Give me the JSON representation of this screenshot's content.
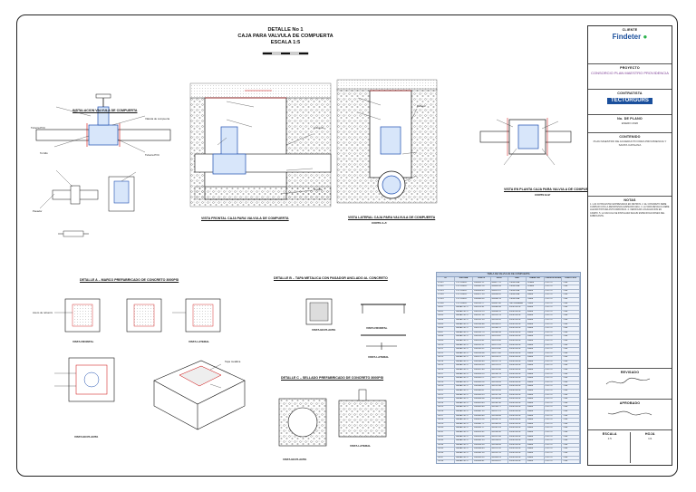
{
  "title": {
    "line1": "DETALLE No 1",
    "line2": "CAJA PARA VALVULA DE COMPUERTA",
    "line3": "ESCALA 1:5"
  },
  "views": {
    "instalacion": "INSTALACION VALVULA DE COMPUERTA",
    "frontal": "VISTA FRONTAL CAJA PARA VALVULA DE COMPUERTA",
    "lateral": "VISTA LATERAL CAJA PARA VALVULA DE COMPUERTA",
    "lateral_sub": "CORTE A-A'",
    "planta": "VISTA EN PLANTA CAJA PARA VALVULA DE COMPUERTA",
    "planta_sub": "CORTE B-B'",
    "detalle_a": "DETALLE A – MARCO PREFABRICADO DE CONCRETO 3000PSI",
    "detalle_b": "DETALLE B – TAPA METALICA CON PASADOR ANCLADO AL CONCRETO",
    "detalle_c": "DETALLE C – SELLADO PREFABRICADO DE CONCRETO 3000PSI",
    "vista_frontal": "VISTA FRONTAL",
    "vista_lateral": "VISTA LATERAL",
    "vista_planta": "VISTA EN PLANTA",
    "vista_en_planta": "VISTA EN PLANTA"
  },
  "labels": {
    "tuberia": "Tubería PVC",
    "valvula": "Válvula de compuerta",
    "tornillo": "Tornillo",
    "concreto": "Concreto",
    "pasador": "Pasador",
    "tapa": "Tapa metálica",
    "acero": "Acero de refuerzo",
    "relleno": "Relleno",
    "gravilla": "Gravilla"
  },
  "table": {
    "title": "TABLA DE VALVULAS DE COMPUERTA",
    "headers": [
      "ID",
      "SISTEMA",
      "NORTE",
      "ESTE",
      "RED",
      "DIAMETRO",
      "PRESION NOMINAL",
      "DIRECCION"
    ],
    "rows": [
      [
        "VCN-1",
        "PVC RDE21",
        "1965031.21",
        "850877.11",
        "PRINCIPAL",
        "110mm",
        "PN 12.5",
        "1.0m"
      ],
      [
        "VCN-2",
        "PVC RDE21",
        "1965042.18",
        "850893.54",
        "PRINCIPAL",
        "110mm",
        "PN 12.5",
        "1.0m"
      ],
      [
        "VCN-3",
        "PVC RDE21",
        "1965058.44",
        "850912.07",
        "PRINCIPAL",
        "90mm",
        "PN 12.5",
        "1.0m"
      ],
      [
        "VCN-4",
        "PVC RDE21",
        "1965071.30",
        "850930.62",
        "PRINCIPAL",
        "90mm",
        "PN 12.5",
        "1.0m"
      ],
      [
        "VCN-5",
        "PVC RDE21",
        "1965089.05",
        "850948.19",
        "PRINCIPAL",
        "75mm",
        "PN 12.5",
        "1.0m"
      ],
      [
        "VCN-6",
        "PVC RDE21",
        "1965102.77",
        "850967.40",
        "SECUNDARIA",
        "75mm",
        "PN 12.5",
        "1.0m"
      ],
      [
        "VR-01",
        "REDAPOLLO",
        "1965110.42",
        "850980.88",
        "EXISTENTE",
        "63mm",
        "PN 12.5",
        "1.0m"
      ],
      [
        "VR-02",
        "REDAPOLLO",
        "1965124.19",
        "850998.31",
        "EXISTENTE",
        "63mm",
        "PN 12.5",
        "1.0m"
      ],
      [
        "VR-03",
        "REDAPOLLO",
        "1965137.56",
        "851015.74",
        "EXISTENTE",
        "63mm",
        "PN 12.5",
        "1.0m"
      ],
      [
        "VR-04",
        "REDAPOLLO",
        "1965151.03",
        "851033.20",
        "EXISTENTE",
        "63mm",
        "PN 12.5",
        "1.0m"
      ],
      [
        "VR-05",
        "REDAPOLLO",
        "1965164.88",
        "851050.67",
        "EXISTENTE",
        "63mm",
        "PN 12.5",
        "1.0m"
      ],
      [
        "VR-06",
        "REDAPOLLO",
        "1965178.25",
        "851068.11",
        "EXISTENTE",
        "50mm",
        "PN 12.5",
        "1.0m"
      ],
      [
        "VR-07",
        "REDAPOLLO",
        "1965191.70",
        "851085.58",
        "EXISTENTE",
        "50mm",
        "PN 12.5",
        "1.0m"
      ],
      [
        "VR-08",
        "REDAPOLLO",
        "1965205.14",
        "851103.02",
        "EXISTENTE",
        "50mm",
        "PN 12.5",
        "1.0m"
      ],
      [
        "VR-09",
        "REDAPOLLO",
        "1965218.61",
        "851120.49",
        "EXISTENTE",
        "50mm",
        "PN 12.5",
        "1.0m"
      ],
      [
        "VR-10",
        "REDAPOLLO",
        "1965232.07",
        "851137.93",
        "EXISTENTE",
        "50mm",
        "PN 12.5",
        "1.0m"
      ],
      [
        "VR-11",
        "REDAPOLLO",
        "1965245.52",
        "851155.40",
        "EXISTENTE",
        "50mm",
        "PN 12.5",
        "1.0m"
      ],
      [
        "VR-12",
        "REDAPOLLO",
        "1965258.98",
        "851172.84",
        "EXISTENTE",
        "50mm",
        "PN 12.5",
        "1.0m"
      ],
      [
        "VR-13",
        "REDAPOLLO",
        "1965272.43",
        "851190.31",
        "EXISTENTE",
        "50mm",
        "PN 12.5",
        "1.0m"
      ],
      [
        "VR-14",
        "REDAPOLLO",
        "1965285.89",
        "851207.75",
        "EXISTENTE",
        "50mm",
        "PN 12.5",
        "1.0m"
      ],
      [
        "VR-15",
        "REDAPOLLO",
        "1965299.34",
        "851225.22",
        "EXISTENTE",
        "50mm",
        "PN 12.5",
        "1.0m"
      ],
      [
        "VR-16",
        "REDAPOLLO",
        "1965312.80",
        "851242.66",
        "EXISTENTE",
        "50mm",
        "PN 12.5",
        "1.0m"
      ],
      [
        "VR-17",
        "REDAPOLLO",
        "1965326.25",
        "851260.13",
        "EXISTENTE",
        "50mm",
        "PN 12.5",
        "1.0m"
      ],
      [
        "VR-18",
        "REDAPOLLO",
        "1965339.71",
        "851277.57",
        "EXISTENTE",
        "50mm",
        "PN 12.5",
        "1.0m"
      ],
      [
        "VR-19",
        "REDAPOLLO",
        "1965353.16",
        "851295.04",
        "EXISTENTE",
        "50mm",
        "PN 12.5",
        "1.0m"
      ],
      [
        "VR-20",
        "REDAPOLLO",
        "1965366.62",
        "851312.48",
        "EXISTENTE",
        "50mm",
        "PN 12.5",
        "1.0m"
      ],
      [
        "VR-21",
        "REDAPOLLO",
        "1965380.07",
        "851329.95",
        "EXISTENTE",
        "50mm",
        "PN 12.5",
        "1.0m"
      ],
      [
        "VR-22",
        "REDAPOLLO",
        "1965393.53",
        "851347.39",
        "EXISTENTE",
        "50mm",
        "PN 12.5",
        "1.0m"
      ],
      [
        "VR-23",
        "REDAPOLLO",
        "1965406.98",
        "851364.86",
        "EXISTENTE",
        "50mm",
        "PN 12.5",
        "1.0m"
      ],
      [
        "VR-24",
        "REDAPOLLO",
        "1965420.44",
        "851382.30",
        "EXISTENTE",
        "50mm",
        "PN 12.5",
        "1.0m"
      ],
      [
        "VR-25",
        "REDAPOLLO",
        "1965433.89",
        "851399.77",
        "EXISTENTE",
        "50mm",
        "PN 12.5",
        "1.0m"
      ],
      [
        "VR-26",
        "REDAPOLLO",
        "1965447.35",
        "851417.21",
        "EXISTENTE",
        "50mm",
        "PN 12.5",
        "1.0m"
      ],
      [
        "VR-27",
        "REDAPOLLO",
        "1965460.80",
        "851434.68",
        "EXISTENTE",
        "50mm",
        "PN 12.5",
        "1.0m"
      ],
      [
        "VR-28",
        "REDAPOLLO",
        "1965474.26",
        "851452.12",
        "EXISTENTE",
        "50mm",
        "PN 12.5",
        "1.0m"
      ],
      [
        "VR-29",
        "REDAPOLLO",
        "1965487.71",
        "851469.59",
        "EXISTENTE",
        "50mm",
        "PN 12.5",
        "1.0m"
      ],
      [
        "VR-30",
        "REDAPOLLO",
        "1965501.17",
        "851487.03",
        "EXISTENTE",
        "50mm",
        "PN 12.5",
        "1.0m"
      ],
      [
        "VR-31",
        "REDAPOLLO",
        "1965514.62",
        "851504.50",
        "EXISTENTE",
        "50mm",
        "PN 12.5",
        "1.0m"
      ],
      [
        "VR-32",
        "REDAPOLLO",
        "1965528.08",
        "851521.94",
        "EXISTENTE",
        "50mm",
        "PN 12.5",
        "1.0m"
      ],
      [
        "VR-33",
        "REDAPOLLO",
        "1965541.53",
        "851539.41",
        "EXISTENTE",
        "50mm",
        "PN 12.5",
        "1.0m"
      ],
      [
        "VR-34",
        "REDAPOLLO",
        "1965554.99",
        "851556.85",
        "EXISTENTE",
        "50mm",
        "PN 12.5",
        "1.0m"
      ],
      [
        "VR-35",
        "REDAPOLLO",
        "1965568.44",
        "851574.32",
        "EXISTENTE",
        "50mm",
        "PN 12.5",
        "1.0m"
      ],
      [
        "VR-36",
        "REDAPOLLO",
        "1965581.90",
        "851591.76",
        "EXISTENTE",
        "50mm",
        "PN 12.5",
        "1.0m"
      ],
      [
        "VR-37",
        "REDAPOLLO",
        "1965595.35",
        "851609.23",
        "EXISTENTE",
        "50mm",
        "PN 12.5",
        "1.0m"
      ],
      [
        "VR-38",
        "REDAPOLLO",
        "1965608.81",
        "851626.67",
        "EXISTENTE",
        "50mm",
        "PN 12.5",
        "1.0m"
      ],
      [
        "VR-39",
        "REDAPOLLO",
        "1965622.26",
        "851644.14",
        "EXISTENTE",
        "50mm",
        "PN 12.5",
        "1.0m"
      ]
    ]
  },
  "titleblock": {
    "cliente_label": "CLIENTE",
    "cliente": "Findeter",
    "proyecto_label": "PROYECTO",
    "proyecto": "CONSORCIO PLAN MAESTRO PROVIDENCIA",
    "contratista_label": "CONTRATISTA",
    "contratista": "TECTORGURS",
    "plano_label": "No. DE PLANO",
    "fecha": "ENERO 2020",
    "contenido_label": "CONTENIDO",
    "contenido": "PLAN MAESTRO DE ACUEDUCTO PARA PROVIDENCIA Y SANTA CATALINA",
    "notas_label": "NOTAS",
    "notas": "1. LAS COTAS ESTAN EXPRESADAS EN METROS. 2. EL CONCRETO DEBE CUMPLIR CON LA RESISTENCIA ESPECIFICADA. 3. LA TAPA METALICA DEBE LLEVAR PINTURA ANTICORROSIVA. 4. VERIFICAR LOCALIZACION EN CAMPO. 5. LA VALVULA SE INSTALARA SEGUN ESPECIFICACIONES DEL FABRICANTE.",
    "revisado_label": "REVISADO",
    "aprobado_label": "APROBADO",
    "escala_label": "ESCALA",
    "escala": "1:5",
    "hoja_label": "HOJA",
    "hoja": "1/1"
  }
}
